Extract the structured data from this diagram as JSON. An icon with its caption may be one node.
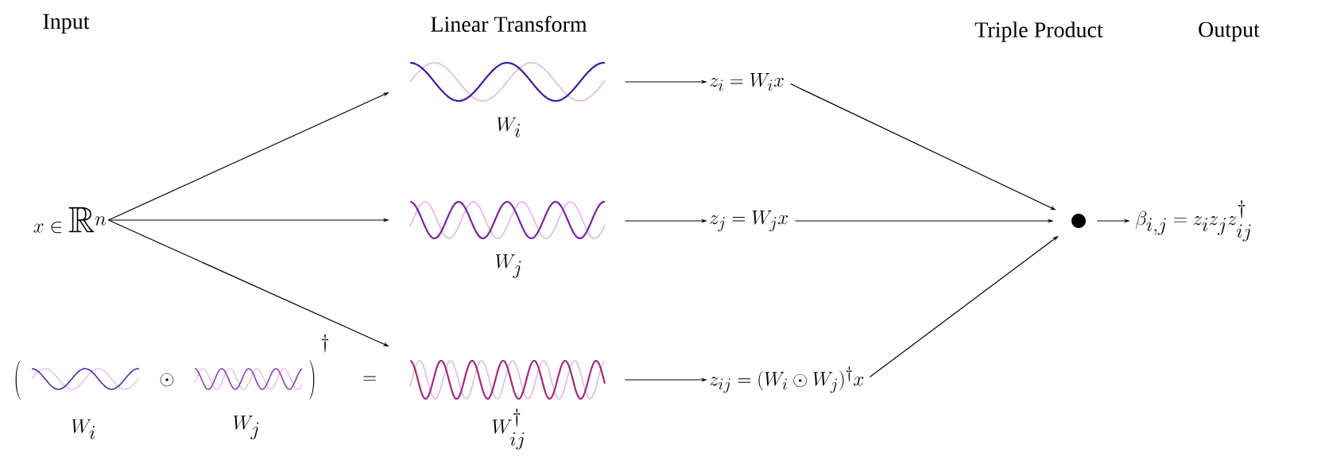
{
  "diagram": {
    "nodes": [
      {
        "text": [
          "x \\in \\mathbb{R}^n"
        ]
      },
      {
        "text": [
          "W_i"
        ]
      },
      {
        "text": [
          "W_j"
        ]
      },
      {
        "text": [
          "W_{ij}^\\dagger"
        ]
      },
      {
        "text": [
          "z_i = W_i x"
        ]
      },
      {
        "text": [
          "z_j = W_j x"
        ]
      },
      {
        "text": [
          "z_{ij} = (W_i \\odot W_j)^\\dagger x"
        ]
      },
      {
        "text": [],
        "shape": "circle"
      },
      {
        "text": [
          "\\beta_{i,j} = z_i z_j z_{ij}^\\dagger"
        ]
      }
    ],
    "edges": [
      {
        "from": 0,
        "to": 1,
        "arrow": "to"
      },
      {
        "from": 0,
        "to": 2,
        "arrow": "to"
      },
      {
        "from": 0,
        "to": 3,
        "arrow": "to"
      },
      {
        "from": 1,
        "to": 4,
        "arrow": "to"
      },
      {
        "from": 2,
        "to": 5,
        "arrow": "to"
      },
      {
        "from": 3,
        "to": 6,
        "arrow": "to"
      },
      {
        "from": 4,
        "to": 7,
        "arrow": "to"
      },
      {
        "from": 5,
        "to": 7,
        "arrow": "to"
      },
      {
        "from": 6,
        "to": 7,
        "arrow": "to"
      },
      {
        "from": 7,
        "to": 8,
        "arrow": "to"
      }
    ],
    "labels": [
      "Input",
      "Linear Transform",
      "Triple Product",
      "Output",
      "(",
      "\\odot",
      ")",
      "\\dagger",
      "=",
      "W_i",
      "W_j"
    ]
  }
}
